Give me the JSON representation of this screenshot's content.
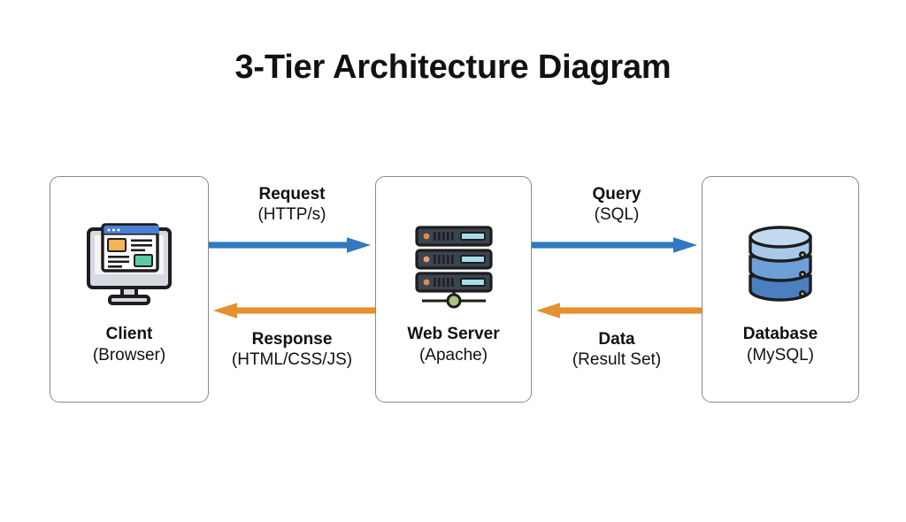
{
  "page": {
    "title": "3-Tier Architecture Diagram",
    "background_color": "#ffffff"
  },
  "colors": {
    "arrow_blue": "#3179c0",
    "arrow_orange": "#e5912f",
    "box_border": "#8a8a8a",
    "text": "#111111",
    "icon_outline": "#1d1d1f",
    "monitor_body": "#d6dae0",
    "monitor_titlebar": "#4a7fd4",
    "monitor_accent_orange": "#f5b košt",
    "server_body": "#3d4450",
    "server_dot": "#e08a4a",
    "server_bar": "#a6dce8",
    "server_node_green": "#a8c47f",
    "db_band_light": "#a8c8e8",
    "db_band_mid": "#6f9fd8",
    "db_band_dark": "#4a7fc0"
  },
  "tiers": [
    {
      "id": "client",
      "icon": "desktop-browser-icon",
      "label": "Client",
      "sublabel": "(Browser)"
    },
    {
      "id": "server",
      "icon": "server-rack-icon",
      "label": "Web Server",
      "sublabel": "(Apache)"
    },
    {
      "id": "database",
      "icon": "database-cylinder-icon",
      "label": "Database",
      "sublabel": "(MySQL)"
    }
  ],
  "connectors": [
    {
      "id": "request",
      "label": "Request",
      "sublabel": "(HTTP/s)",
      "direction": "right",
      "color": "#3179c0",
      "from": "client",
      "to": "server",
      "label_position": "above"
    },
    {
      "id": "response",
      "label": "Response",
      "sublabel": "(HTML/CSS/JS)",
      "direction": "left",
      "color": "#e5912f",
      "from": "server",
      "to": "client",
      "label_position": "below"
    },
    {
      "id": "query",
      "label": "Query",
      "sublabel": "(SQL)",
      "direction": "right",
      "color": "#3179c0",
      "from": "server",
      "to": "database",
      "label_position": "above"
    },
    {
      "id": "data",
      "label": "Data",
      "sublabel": "(Result Set)",
      "direction": "left",
      "color": "#e5912f",
      "from": "database",
      "to": "server",
      "label_position": "below"
    }
  ]
}
